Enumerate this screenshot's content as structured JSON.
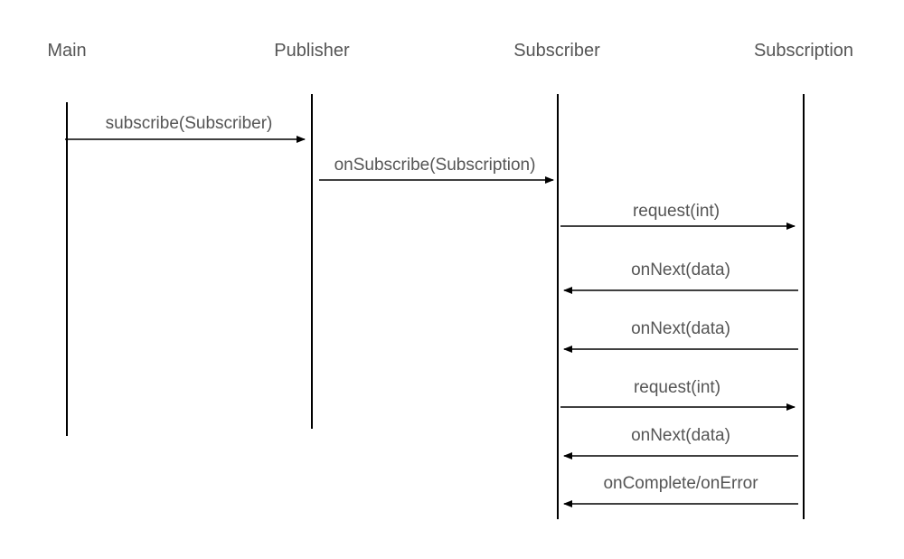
{
  "participants": [
    {
      "id": "main",
      "label": "Main"
    },
    {
      "id": "publisher",
      "label": "Publisher"
    },
    {
      "id": "subscriber",
      "label": "Subscriber"
    },
    {
      "id": "subscription",
      "label": "Subscription"
    }
  ],
  "messages": [
    {
      "label": "subscribe(Subscriber)",
      "from": "main",
      "to": "publisher"
    },
    {
      "label": "onSubscribe(Subscription)",
      "from": "publisher",
      "to": "subscriber"
    },
    {
      "label": "request(int)",
      "from": "subscriber",
      "to": "subscription"
    },
    {
      "label": "onNext(data)",
      "from": "subscription",
      "to": "subscriber"
    },
    {
      "label": "onNext(data)",
      "from": "subscription",
      "to": "subscriber"
    },
    {
      "label": "request(int)",
      "from": "subscriber",
      "to": "subscription"
    },
    {
      "label": "onNext(data)",
      "from": "subscription",
      "to": "subscriber"
    },
    {
      "label": "onComplete/onError",
      "from": "subscription",
      "to": "subscriber"
    }
  ]
}
